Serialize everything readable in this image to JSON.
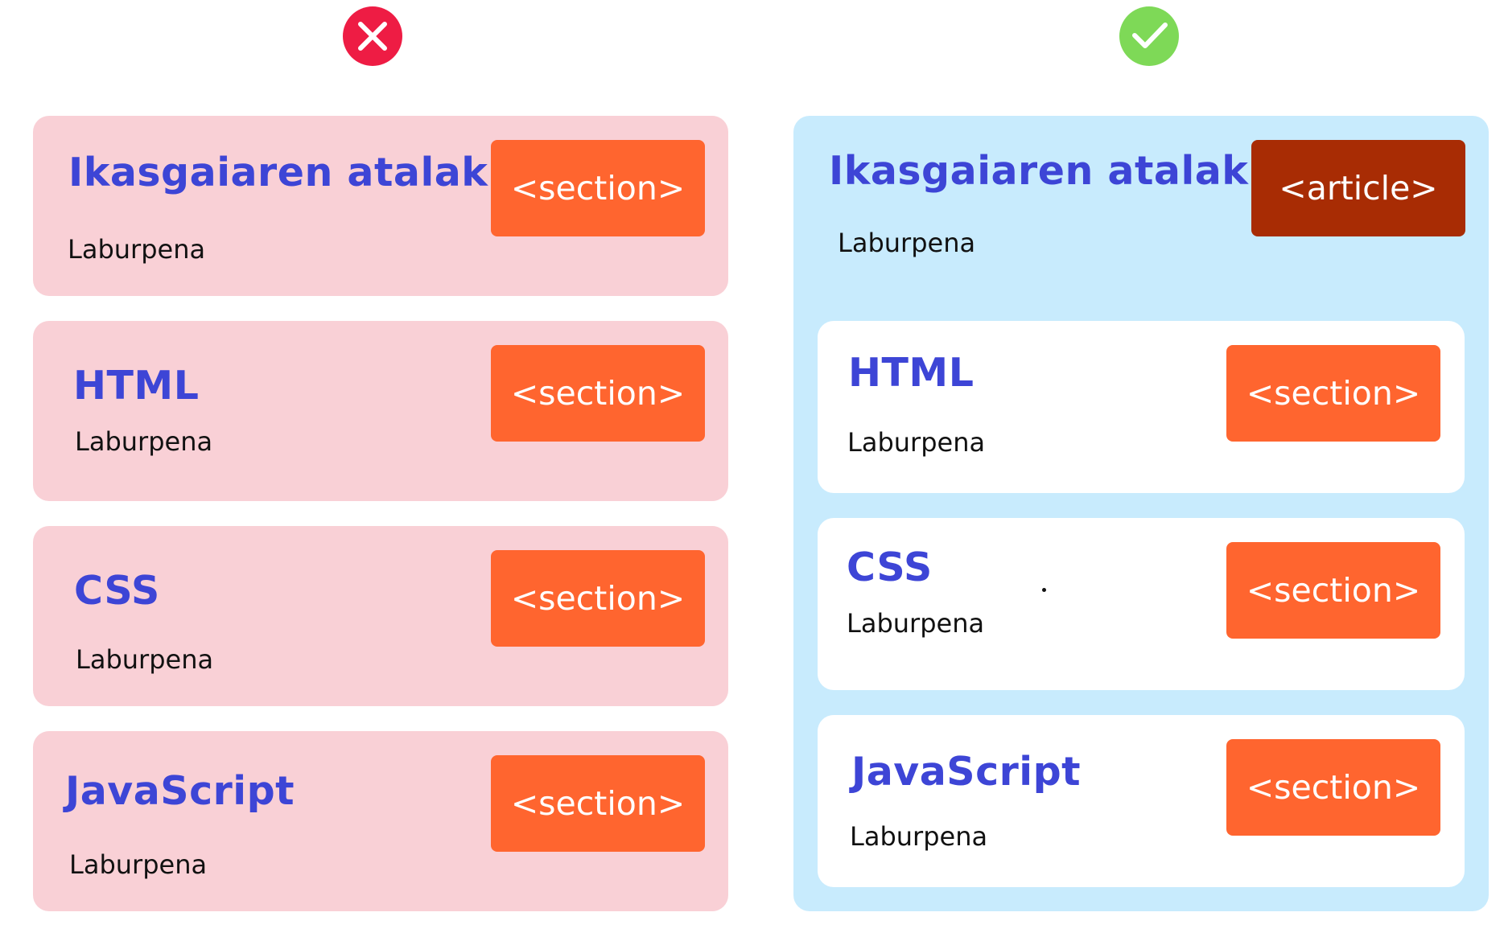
{
  "icons": {
    "wrong": {
      "name": "x-circle-icon",
      "color": "#ee1c44"
    },
    "right": {
      "name": "check-circle-icon",
      "color": "#7ed957"
    }
  },
  "colors": {
    "wrong_card_bg": "#f9d0d6",
    "right_container_bg": "#c8ebfd",
    "title": "#3d45d6",
    "section_tag_bg": "#ff652f",
    "article_tag_bg": "#a82c04"
  },
  "wrong_example": {
    "cards": [
      {
        "title": "Ikasgaiaren atalak",
        "summary": "Laburpena",
        "tag": "<section>"
      },
      {
        "title": "HTML",
        "summary": "Laburpena",
        "tag": "<section>"
      },
      {
        "title": "CSS",
        "summary": "Laburpena",
        "tag": "<section>"
      },
      {
        "title": "JavaScript",
        "summary": "Laburpena",
        "tag": "<section>"
      }
    ]
  },
  "right_example": {
    "title": "Ikasgaiaren atalak",
    "summary": "Laburpena",
    "tag": "<article>",
    "sections": [
      {
        "title": "HTML",
        "summary": "Laburpena",
        "tag": "<section>"
      },
      {
        "title": "CSS",
        "summary": "Laburpena",
        "tag": "<section>"
      },
      {
        "title": "JavaScript",
        "summary": "Laburpena",
        "tag": "<section>"
      }
    ]
  }
}
